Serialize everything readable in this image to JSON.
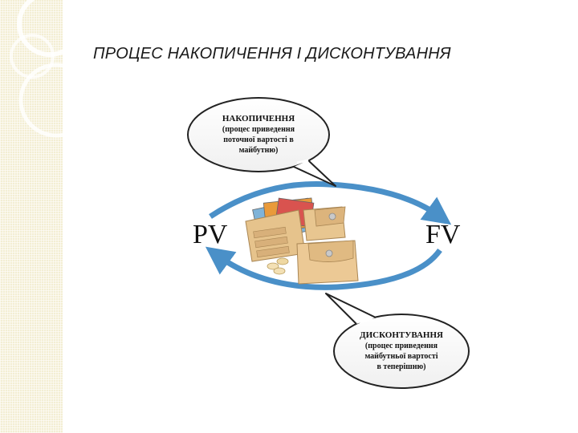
{
  "slide": {
    "title": "ПРОЦЕС НАКОПИЧЕННЯ І ДИСКОНТУВАННЯ"
  },
  "diagram": {
    "left_node": "PV",
    "right_node": "FV",
    "top_bubble": {
      "heading": "НАКОПИЧЕННЯ",
      "lines": [
        "(процес приведення",
        "поточної вартості в",
        "майбутню)"
      ]
    },
    "bottom_bubble": {
      "heading": "ДИСКОНТУВАННЯ",
      "lines": [
        "(процес приведення",
        "майбутньої вартості",
        "в теперішню)"
      ]
    },
    "center_image": "wallet-with-cash-icon",
    "arrow_color": "#4a90c8"
  },
  "colors": {
    "side_band": "#f3eed3"
  }
}
